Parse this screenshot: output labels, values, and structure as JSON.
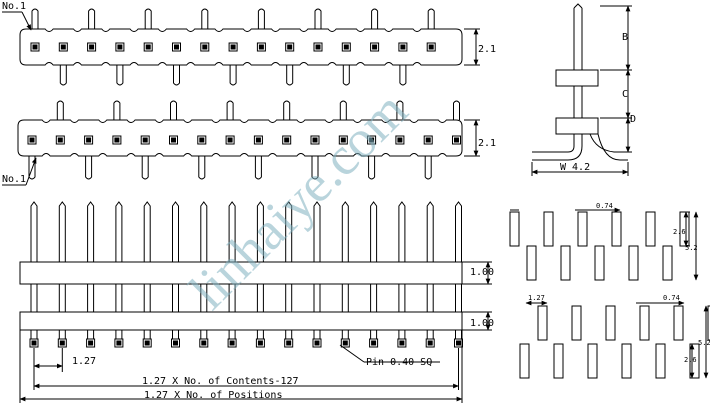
{
  "labels": {
    "no1_top": "No.1",
    "no1_bottom": "No.1",
    "dim_21_a": "2.1",
    "dim_21_b": "2.1",
    "side_b": "B",
    "side_c": "C",
    "side_d": "D",
    "side_w": "W  4.2",
    "pitch": "1.27",
    "pin_spec": "Pin 0.40 SQ",
    "dim_100_a": "1.00",
    "dim_100_b": "1.00",
    "contents_formula": "1.27 X No. of Contents-127",
    "positions_formula": "1.27 X No. of Positions",
    "pad_074_a": "0.74",
    "pad_26_a": "2.6",
    "pad_52_a": "5.2",
    "pad_127": "1.27",
    "pad_074_b": "0.74",
    "pad_52_b": "5.2",
    "pad_26_b": "2.6"
  },
  "watermark": "linhaiye.com",
  "colors": {
    "line": "#000000",
    "watermark": "#7fb1c0"
  }
}
